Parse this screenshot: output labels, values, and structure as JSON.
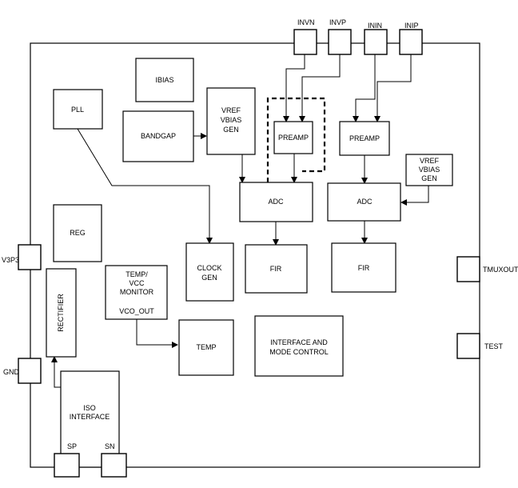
{
  "blocks": {
    "ibias": "IBIAS",
    "pll": "PLL",
    "bandgap": "BANDGAP",
    "vref_gen_1": [
      "VREF",
      "VBIAS",
      "GEN"
    ],
    "preamp_1": "PREAMP",
    "preamp_2": "PREAMP",
    "adc_1": "ADC",
    "adc_2": "ADC",
    "vref_gen_2": [
      "VREF",
      "VBIAS",
      "GEN"
    ],
    "reg": "REG",
    "clock_gen": [
      "CLOCK",
      "GEN"
    ],
    "fir_1": "FIR",
    "fir_2": "FIR",
    "temp_monitor": [
      "TEMP/",
      "VCC",
      "MONITOR"
    ],
    "vco_out": "VCO_OUT",
    "temp": "TEMP",
    "interface_mode": [
      "INTERFACE AND",
      "MODE CONTROL"
    ],
    "rectifier": "RECTIFIER",
    "iso_interface": [
      "ISO",
      "INTERFACE"
    ]
  },
  "pins": {
    "invn": "INVN",
    "invp": "INVP",
    "inin": "ININ",
    "inip": "INIP",
    "v3p3": "V3P3",
    "gnd": "GND",
    "tmuxout": "TMUXOUT",
    "test": "TEST",
    "sp": "SP",
    "sn": "SN"
  }
}
